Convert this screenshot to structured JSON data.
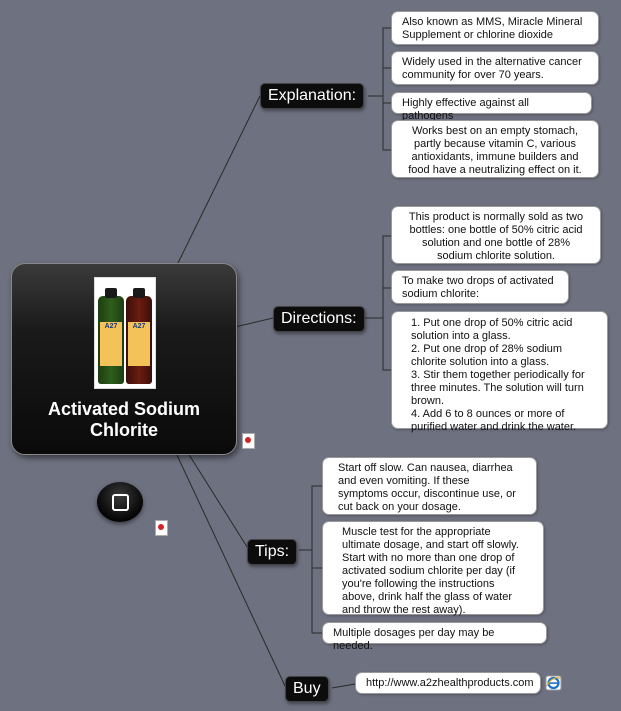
{
  "root": {
    "title": "Activated Sodium\nChlorite",
    "image_labels": {
      "left_bottle": "A27",
      "right_bottle": "A27"
    }
  },
  "branches": {
    "explanation": {
      "label": "Explanation:",
      "notes": [
        {
          "text": "Also known as MMS, Miracle Mineral\nSupplement or chlorine dioxide"
        },
        {
          "text": "Widely used in the alternative cancer\ncommunity for over 70 years."
        },
        {
          "text": "Highly effective against all pathogens"
        },
        {
          "text": "Works best on an empty stomach,\npartly because vitamin C, various\nantioxidants, immune builders and\nfood have a neutralizing effect on it."
        }
      ]
    },
    "directions": {
      "label": "Directions:",
      "notes": [
        {
          "text": "This product is normally sold as two\nbottles: one bottle of 50% citric acid\nsolution and one bottle of 28%\nsodium chlorite solution."
        },
        {
          "text": "To make two drops of activated\nsodium chlorite:"
        },
        {
          "text": "1. Put one drop of 50% citric acid\nsolution into a glass.\n2. Put one drop of 28% sodium\nchlorite solution into a glass.\n3. Stir them together periodically for\nthree minutes. The solution will turn\nbrown.\n 4. Add 6 to 8 ounces or more of\npurified water and drink the water."
        }
      ]
    },
    "tips": {
      "label": "Tips:",
      "notes": [
        {
          "text": "Start off slow. Can nausea, diarrhea\nand even vomiting. If these\nsymptoms occur, discontinue use, or\ncut back on your dosage."
        },
        {
          "text": "Muscle test for the appropriate\nultimate dosage, and start off slowly.\nStart with no more than one drop of\nactivated sodium chlorite per day (if\nyou're following the instructions\nabove, drink half the glass of water\nand throw the rest away)."
        },
        {
          "text": "Multiple dosages per day may be needed."
        }
      ]
    },
    "buy": {
      "label": "Buy",
      "notes": [
        {
          "text": "http://www.a2zhealthproducts.com"
        }
      ]
    }
  },
  "icons": {
    "attachment": "pdf-attachment-icon",
    "home": "home-button-icon",
    "link": "internet-explorer-link-icon"
  },
  "colors": {
    "background": "#6e7180",
    "node": "#0c0c0c",
    "note": "#ffffff",
    "connector": "#2a2a2a"
  }
}
